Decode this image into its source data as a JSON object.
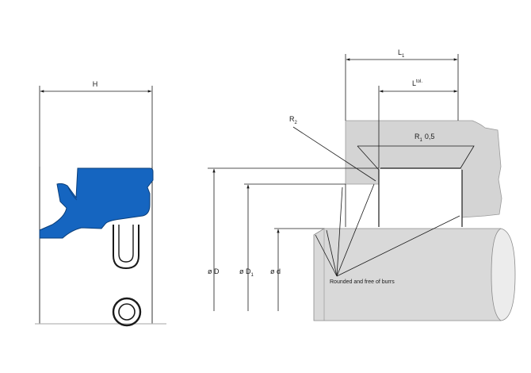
{
  "colors": {
    "seal_blue": "#1565c0",
    "seal_outline": "#0b3f7a",
    "housing_fill": "#d4d4d4",
    "housing_edge": "#9a9a9a",
    "line": "#1a1a1a",
    "background": "#ffffff"
  },
  "labels": {
    "h": "H",
    "l1_main": "L",
    "l1_sub": "1",
    "ltol_main": "L",
    "ltol_sup": "tol.",
    "r2_main": "R",
    "r2_sub": "2",
    "r1_main": "R",
    "r1_sub": "1",
    "r1_value": "0,5",
    "od_main": "ø D",
    "od1_main": "ø D",
    "od1_sub": "1",
    "odd_main": "ø d",
    "note": "Rounded and free of burrs"
  }
}
